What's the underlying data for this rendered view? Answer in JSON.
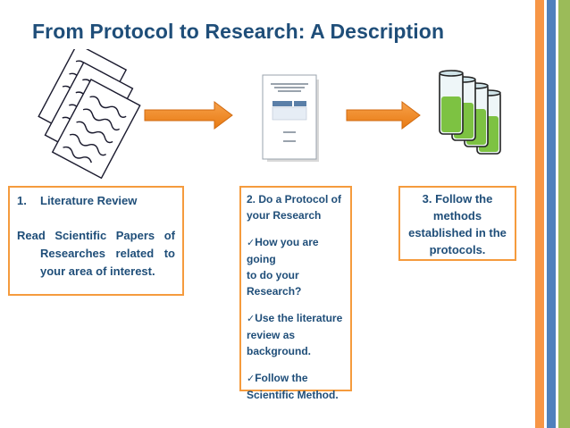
{
  "header": {
    "title": "From Protocol to Research: A Description"
  },
  "colors": {
    "title": "#1f4e79",
    "box_border": "#f59b3d",
    "arrow": "#f08a24",
    "liquid": "#7dc242",
    "stripes": [
      "#f79646",
      "#ffffff",
      "#4f81bd",
      "#ffffff",
      "#9bbb59"
    ]
  },
  "icons": {
    "papers": "stack-of-papers-icon",
    "protocol_doc": "protocol-document-icon",
    "test_tubes": "test-tubes-icon",
    "arrow": "right-arrow-icon"
  },
  "step1": {
    "number": "1.",
    "heading": "Literature Review",
    "text_lines": [
      "Read  Scientific  Papers  of",
      "Researches  related  to",
      "your area of interest."
    ]
  },
  "step2": {
    "heading_lines": [
      "2. Do a Protocol  of",
      "your Research"
    ],
    "bullets": [
      [
        "How you are going",
        "to  do  your",
        "Research?"
      ],
      [
        "Use the literature",
        "review as",
        "background."
      ],
      [
        "Follow the",
        "Scientific Method."
      ]
    ],
    "check": "✓"
  },
  "step3": {
    "text_lines": [
      "3. Follow the",
      "methods",
      "established in the",
      "protocols."
    ]
  }
}
